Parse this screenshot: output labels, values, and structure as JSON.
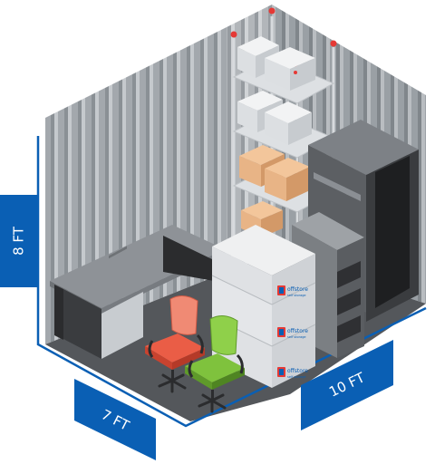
{
  "dimensions": {
    "height_label": "8 FT",
    "depth_label": "7 FT",
    "width_label": "10 FT"
  },
  "box_branding": {
    "name": "offstore",
    "tagline": "self storage"
  },
  "colors": {
    "accent_blue": "#0a5fb4",
    "wall": "#9aa0a6",
    "floor": "#54575b",
    "cardboard": "#e8b486",
    "chair_red": "#ea5d46",
    "chair_green": "#7fc23d"
  }
}
